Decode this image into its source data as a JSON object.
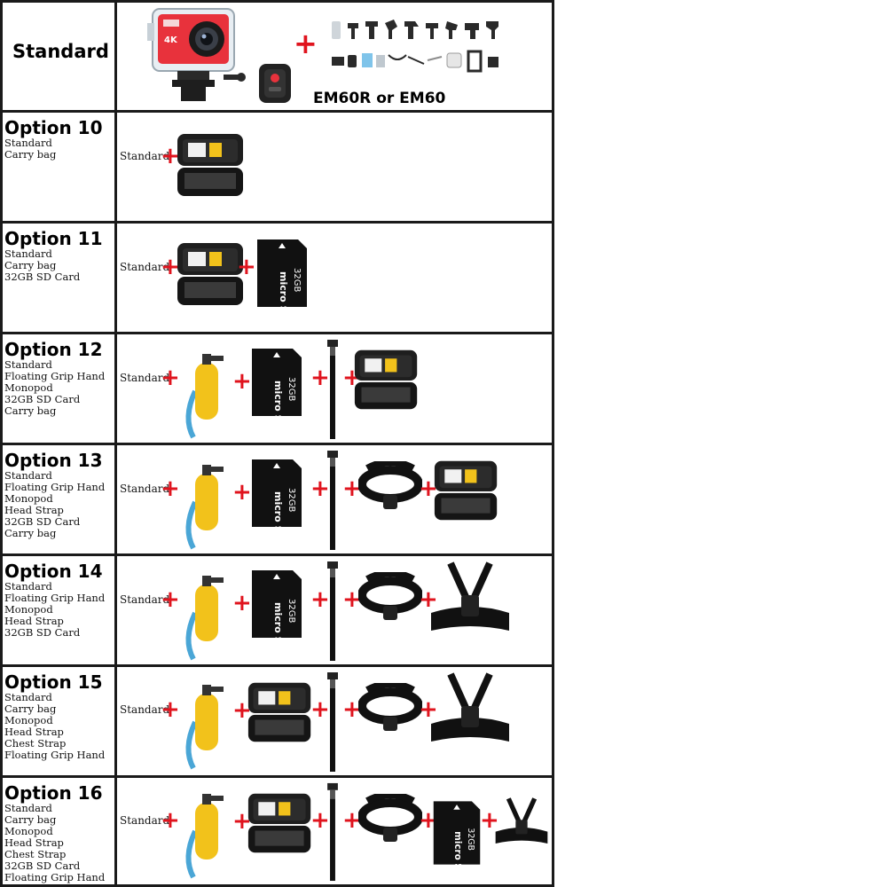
{
  "standard": {
    "title": "Standard",
    "variant_label": "EM60R or EM60"
  },
  "colors": {
    "plus": "#e0141e",
    "float": "#f2c21b",
    "strap": "#4aa6d6",
    "camera": "#e8323c",
    "border": "#1a1a1a"
  },
  "options": [
    {
      "title": "Option 10",
      "items": [
        "Standard",
        "Carry bag"
      ],
      "prefix": "Standard"
    },
    {
      "title": "Option 11",
      "items": [
        "Standard",
        "Carry bag",
        "32GB SD Card"
      ],
      "prefix": "Standard"
    },
    {
      "title": "Option 12",
      "items": [
        "Standard",
        "Floating Grip Hand",
        "Monopod",
        "32GB SD Card",
        "Carry bag"
      ],
      "prefix": "Standard"
    },
    {
      "title": "Option 13",
      "items": [
        "Standard",
        "Floating Grip Hand",
        "Monopod",
        "Head Strap",
        "32GB SD Card",
        "Carry bag"
      ],
      "prefix": "Standard"
    },
    {
      "title": "Option 14",
      "items": [
        "Standard",
        "Floating Grip Hand",
        "Monopod",
        "Head Strap",
        "32GB SD Card"
      ],
      "prefix": "Standard"
    },
    {
      "title": "Option 15",
      "items": [
        "Standard",
        "Carry bag",
        "Monopod",
        "Head Strap",
        "Chest Strap",
        "Floating Grip Hand"
      ],
      "prefix": "Standard"
    },
    {
      "title": "Option 16",
      "items": [
        "Standard",
        "Carry bag",
        "Monopod",
        "Head Strap",
        "Chest Strap",
        "32GB SD Card",
        "Floating Grip Hand"
      ],
      "prefix": "Standard"
    }
  ],
  "icons": {
    "plus": "+",
    "sd_card": "32GB",
    "sd_brand": "micro SD",
    "camera_badge": "4K"
  }
}
